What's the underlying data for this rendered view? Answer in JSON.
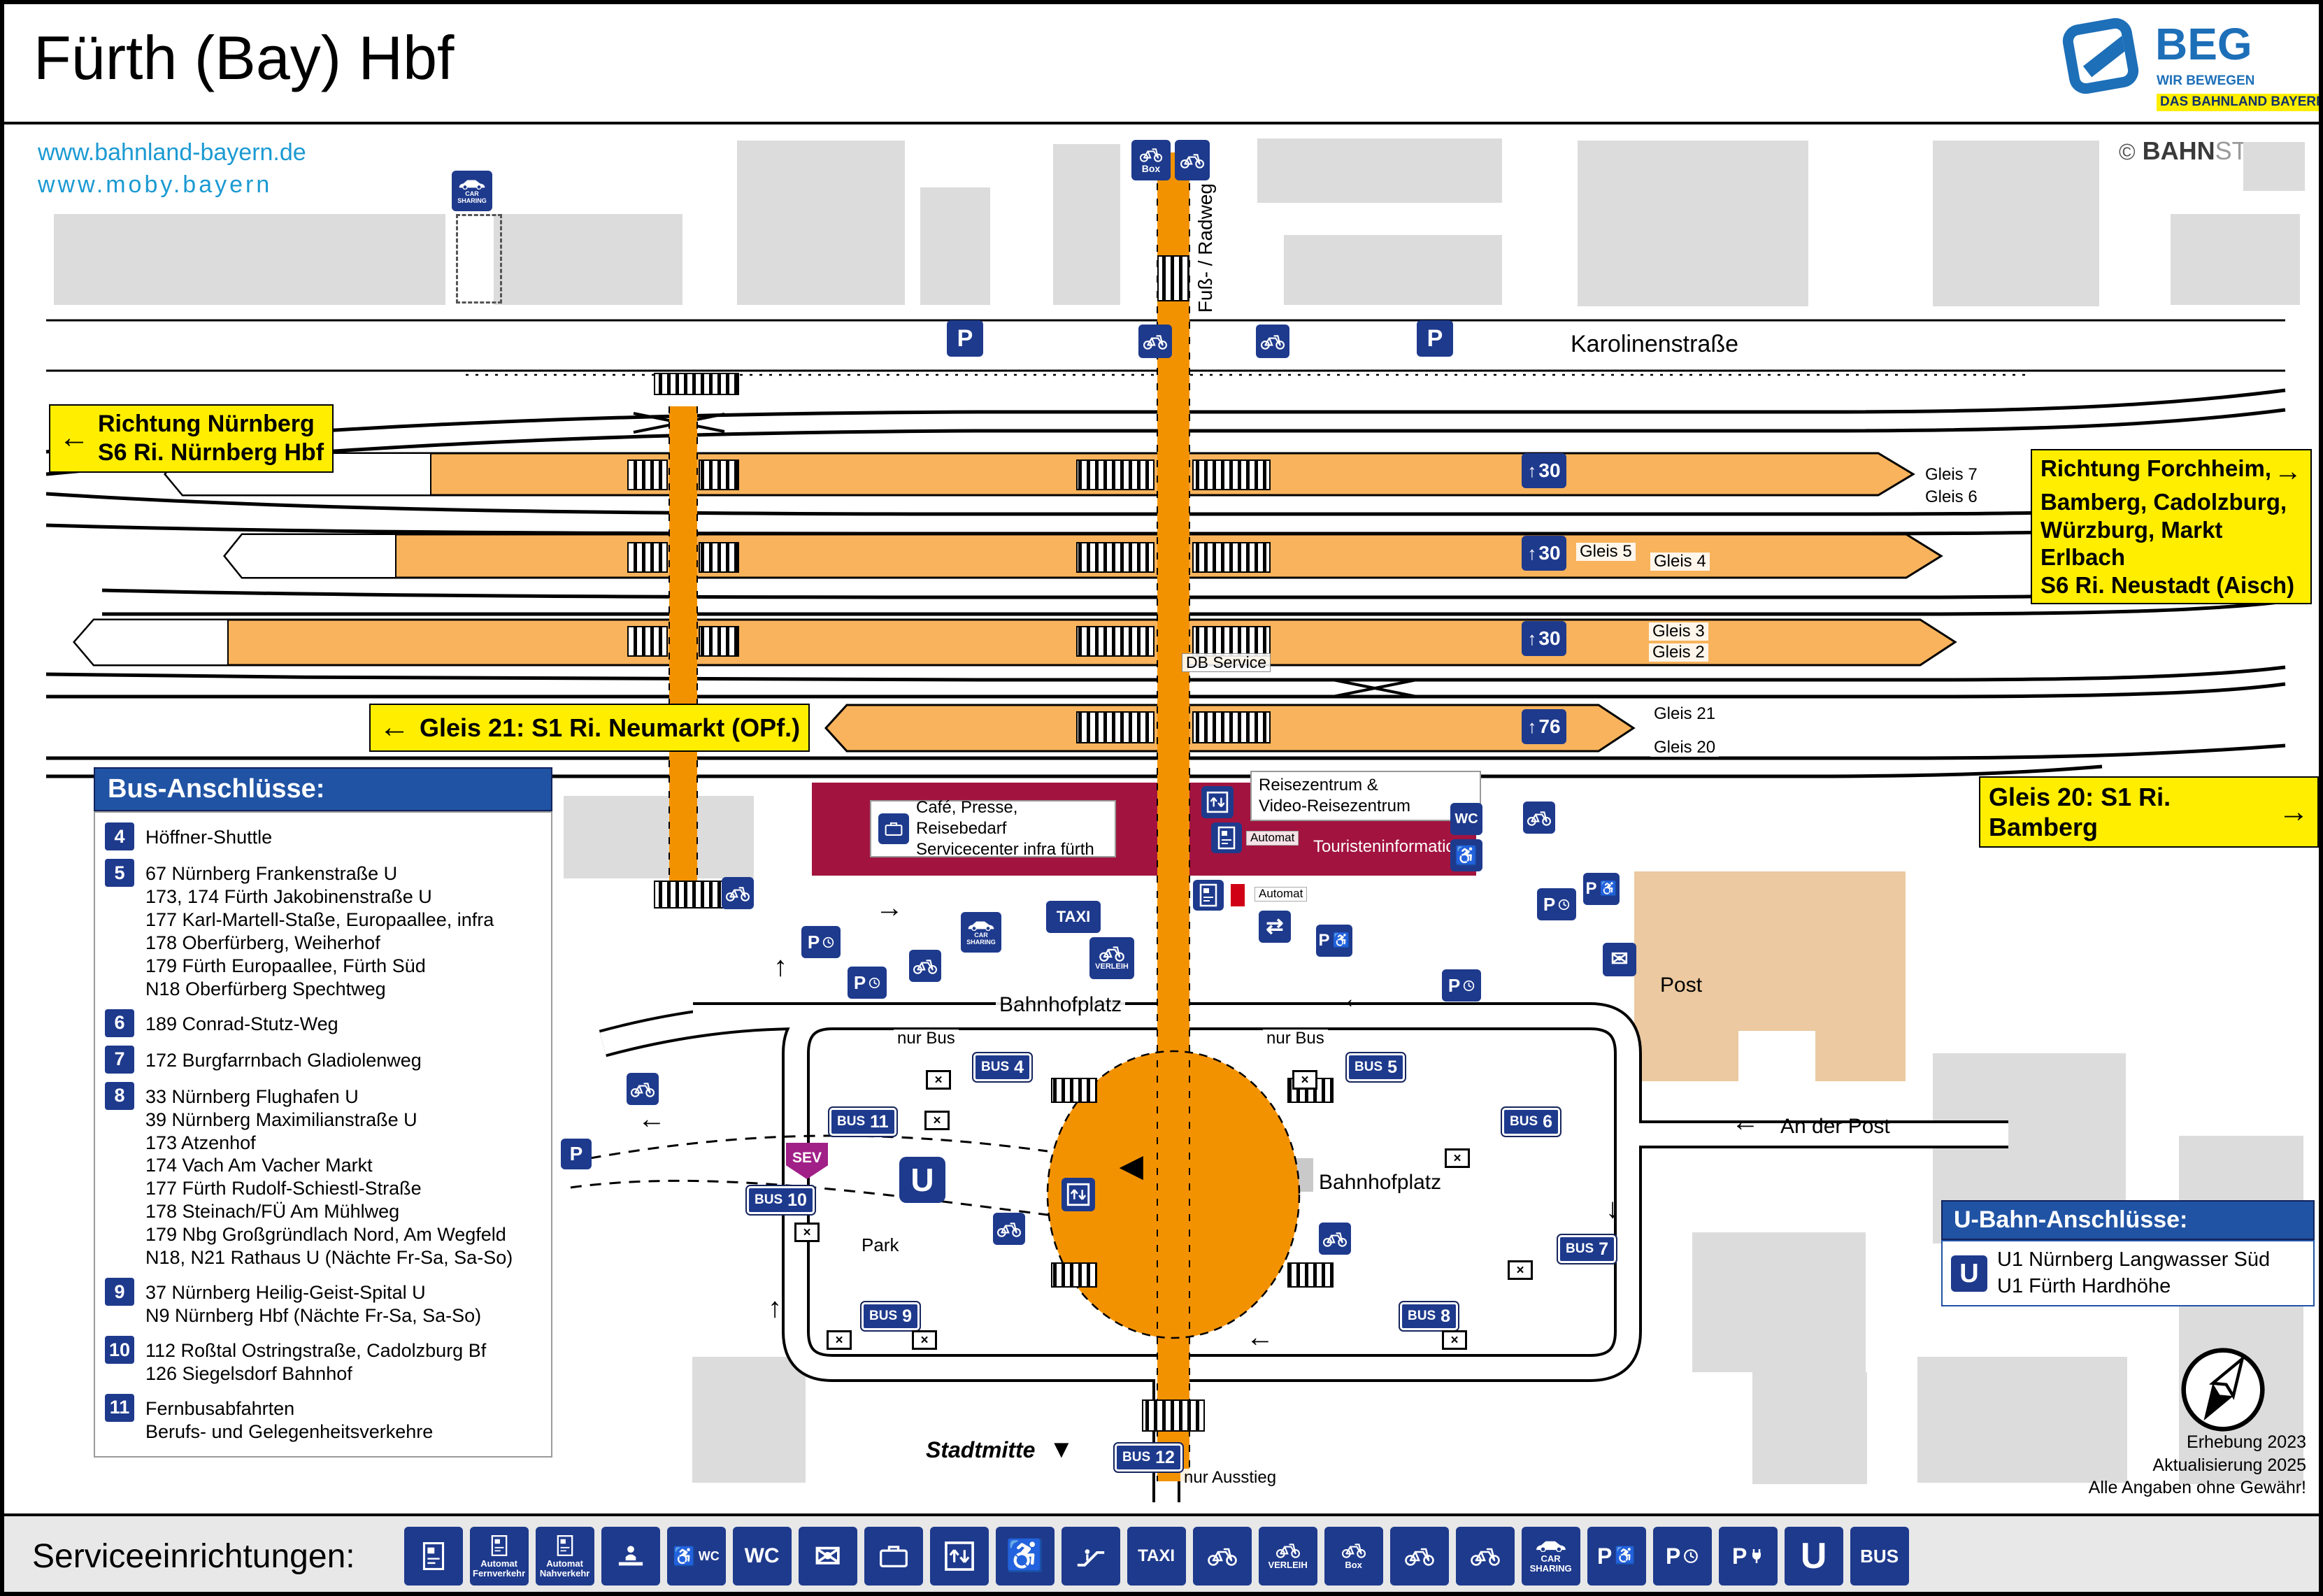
{
  "header": {
    "title": "Fürth (Bay) Hbf",
    "link1": "www.bahnland-bayern.de",
    "link2": "www.moby.bayern",
    "beg_name": "BEG",
    "beg_tag1": "WIR BEWEGEN",
    "beg_tag2": "DAS BAHNLAND BAYERN",
    "copyright": "©",
    "brand_bold": "BAHN",
    "brand_light": "STADT"
  },
  "directions": {
    "nbg1": "Richtung Nürnberg",
    "nbg2": "S6 Ri. Nürnberg Hbf",
    "forchheim1": "Richtung Forchheim,",
    "forchheim2": "Bamberg, Cadolzburg,",
    "forchheim3": "Würzburg, Markt Erlbach",
    "forchheim4": "S6 Ri. Neustadt (Aisch)",
    "gleis21": "Gleis 21: S1 Ri. Neumarkt (OPf.)",
    "gleis20": "Gleis 20: S1 Ri. Bamberg"
  },
  "streets": {
    "karolinenstrasse": "Karolinenstraße",
    "fussradweg": "Fuß- / Radweg",
    "an_der_post": "An der Post",
    "bahnhofplatz": "Bahnhofplatz",
    "nur_bus": "nur Bus",
    "park": "Park",
    "stadtmitte": "Stadtmitte",
    "nur_ausstieg": "nur Ausstieg"
  },
  "tracks": {
    "g7": "Gleis 7",
    "g6": "Gleis 6",
    "g5": "Gleis 5",
    "g4": "Gleis 4",
    "g3": "Gleis 3",
    "g2": "Gleis 2",
    "g21": "Gleis 21",
    "g20": "Gleis 20",
    "marker1": "30",
    "marker2": "30",
    "marker3": "30",
    "marker4": "76"
  },
  "station": {
    "label1": "Café, Presse, Reisebedarf",
    "label2": "Servicecenter infra fürth",
    "reise1": "Reisezentrum &",
    "reise2": "Video-Reisezentrum",
    "tourist": "Touristeninformation",
    "db_service": "DB Service",
    "automat": "Automat",
    "post": "Post"
  },
  "glyphs": {
    "p": "P",
    "wc": "WC",
    "taxi": "TAXI",
    "bus": "BUS",
    "u": "U",
    "sev": "SEV",
    "verleih": "VERLEIH",
    "box": "Box",
    "car_sharing": "CAR SHARING"
  },
  "icons": {
    "arrow_left": "←",
    "arrow_right": "→",
    "arrow_up": "↑",
    "arrow_down": "↓",
    "triangle_down": "▼",
    "triangle_left": "◀",
    "swap": "⇄",
    "wheelchair": "♿",
    "mail": "✉",
    "cross": "×"
  },
  "bus_stops": {
    "s4": "4",
    "s5": "5",
    "s6": "6",
    "s7": "7",
    "s8": "8",
    "s9": "9",
    "s10": "10",
    "s11": "11",
    "s12": "12"
  },
  "bus_connections": {
    "title": "Bus-Anschlüsse:",
    "items": [
      {
        "stop": "4",
        "lines": [
          "Höffner-Shuttle"
        ]
      },
      {
        "stop": "5",
        "lines": [
          "67 Nürnberg Frankenstraße U",
          "173, 174 Fürth Jakobinenstraße U",
          "177 Karl-Martell-Staße, Europaallee, infra",
          "178 Oberfürberg, Weiherhof",
          "179 Fürth Europaallee, Fürth Süd",
          "N18 Oberfürberg Spechtweg"
        ]
      },
      {
        "stop": "6",
        "lines": [
          "189 Conrad-Stutz-Weg"
        ]
      },
      {
        "stop": "7",
        "lines": [
          "172 Burgfarrnbach Gladiolenweg"
        ]
      },
      {
        "stop": "8",
        "lines": [
          "33 Nürnberg Flughafen U",
          "39 Nürnberg Maximilianstraße U",
          "173 Atzenhof",
          "174 Vach Am Vacher Markt",
          "177 Fürth Rudolf-Schiestl-Straße",
          "178 Steinach/FÜ Am Mühlweg",
          "179 Nbg Großgründlach Nord, Am Wegfeld",
          "N18, N21 Rathaus U (Nächte Fr-Sa, Sa-So)"
        ]
      },
      {
        "stop": "9",
        "lines": [
          "37 Nürnberg Heilig-Geist-Spital U",
          "N9 Nürnberg Hbf (Nächte Fr-Sa, Sa-So)"
        ]
      },
      {
        "stop": "10",
        "lines": [
          "112 Roßtal Ostringstraße, Cadolzburg Bf",
          "126 Siegelsdorf Bahnhof"
        ]
      },
      {
        "stop": "11",
        "lines": [
          "Fernbusabfahrten",
          "Berufs- und Gelegenheitsverkehre"
        ]
      }
    ]
  },
  "ubahn": {
    "title": "U-Bahn-Anschlüsse:",
    "line1": "U1 Nürnberg Langwasser Süd",
    "line2": "U1 Fürth Hardhöhe"
  },
  "footer": {
    "title": "Serviceeinrichtungen:",
    "automat_fern1": "Automat",
    "automat_fern2": "Fernverkehr",
    "automat_nah1": "Automat",
    "automat_nah2": "Nahverkehr"
  },
  "note": {
    "l1": "Erhebung 2023",
    "l2": "Aktualisierung 2025",
    "l3": "Alle Angaben ohne Gewähr!"
  }
}
